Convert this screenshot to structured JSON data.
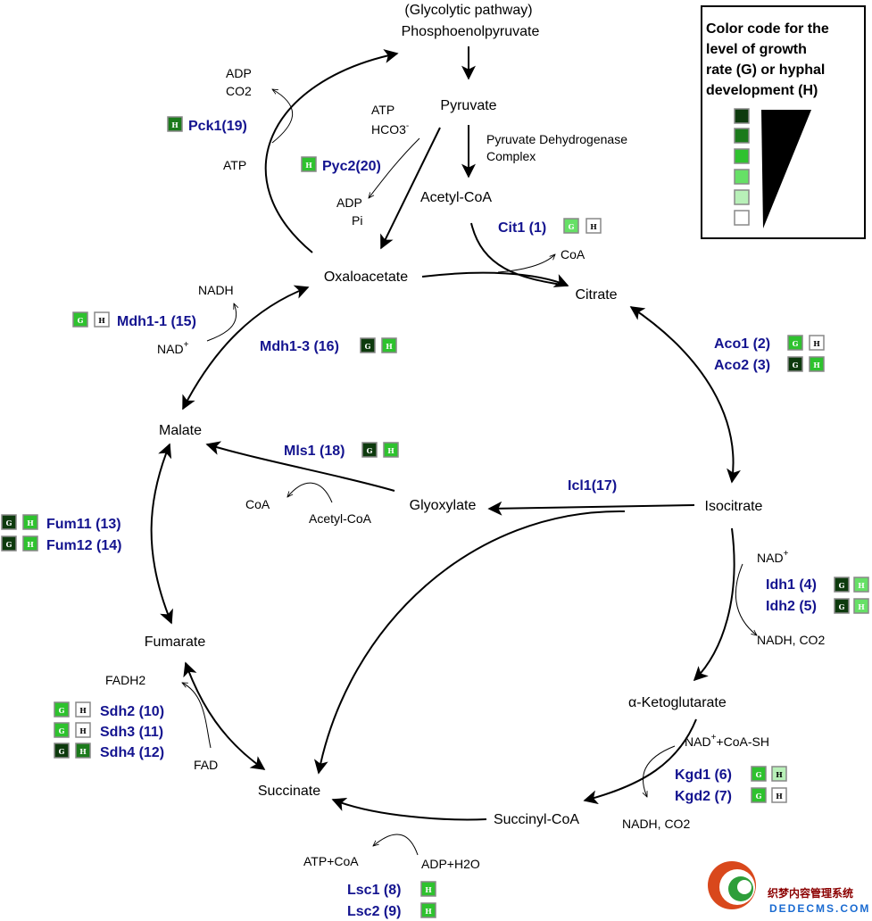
{
  "metabolites": {
    "glycolytic": "(Glycolytic pathway)",
    "pep": "Phosphoenolpyruvate",
    "pyruvate": "Pyruvate",
    "pdh_1": "Pyruvate Dehydrogenase",
    "pdh_2": "Complex",
    "acetylcoa": "Acetyl-CoA",
    "oxaloacetate": "Oxaloacetate",
    "citrate": "Citrate",
    "malate": "Malate",
    "isocitrate": "Isocitrate",
    "glyoxylate": "Glyoxylate",
    "fumarate": "Fumarate",
    "akg": "-Ketoglutarate",
    "succinate": "Succinate",
    "succinylcoa": "Succinyl-CoA"
  },
  "cofactors": {
    "adp_pck": "ADP",
    "co2_pck": "CO2",
    "atp_pck": "ATP",
    "atp_pyc": "ATP",
    "hco3_pyc": "HCO3",
    "adp_pyc": "ADP",
    "pi_pyc": "Pi",
    "coa_cit": "CoA",
    "nadh_mdh": "NADH",
    "nad_mdh": "NAD",
    "coa_mls": "CoA",
    "acetylcoa_mls": "Acetyl-CoA",
    "nad_idh": "NAD",
    "nadh_co2_idh": "NADH, CO2",
    "fadh2": "FADH2",
    "fad": "FAD",
    "nad_coa_kgd": "NAD",
    "nad_coa_kgd_rest": "+CoA-SH",
    "nadh_co2_kgd": "NADH, CO2",
    "atp_coa_lsc": "ATP+CoA",
    "adp_h2o_lsc": "ADP+H2O"
  },
  "enzymes": {
    "pck1": "Pck1(19)",
    "pyc2": "Pyc2(20)",
    "cit1": "Cit1 (1)",
    "mdh1_1": "Mdh1-1 (15)",
    "mdh1_3": "Mdh1-3 (16)",
    "aco1": "Aco1 (2)",
    "aco2": "Aco2 (3)",
    "mls1": "Mls1 (18)",
    "icl1": "Icl1(17)",
    "fum11": "Fum11 (13)",
    "fum12": "Fum12 (14)",
    "idh1": "Idh1 (4)",
    "idh2": "Idh2 (5)",
    "sdh2": "Sdh2 (10)",
    "sdh3": "Sdh3 (11)",
    "sdh4": "Sdh4 (12)",
    "kgd1": "Kgd1 (6)",
    "kgd2": "Kgd2 (7)",
    "lsc1": "Lsc1 (8)",
    "lsc2": "Lsc2 (9)"
  },
  "legend": {
    "title_lines": [
      "Color code for the",
      "level of growth",
      "rate (G) or hyphal",
      "development (H)"
    ],
    "scale_colors": [
      "#0d3a0d",
      "#1b7a1b",
      "#2ec22e",
      "#66e066",
      "#b8f0b8",
      "#ffffff"
    ]
  },
  "square_labels": {
    "g": "G",
    "h": "H"
  },
  "levels": {
    "pck1_h": "#1b7a1b",
    "pyc2_h": "#2ec22e",
    "cit1_g": "#66e066",
    "cit1_h": "#ffffff",
    "mdh1_1_g": "#2ec22e",
    "mdh1_1_h": "#ffffff",
    "mdh1_3_g": "#0d3a0d",
    "mdh1_3_h": "#2ec22e",
    "aco1_g": "#2ec22e",
    "aco1_h": "#ffffff",
    "aco2_g": "#0d3a0d",
    "aco2_h": "#2ec22e",
    "mls1_g": "#0d3a0d",
    "mls1_h": "#2ec22e",
    "fum11_g": "#0d3a0d",
    "fum11_h": "#2ec22e",
    "fum12_g": "#0d3a0d",
    "fum12_h": "#2ec22e",
    "idh1_g": "#0d3a0d",
    "idh1_h": "#66e066",
    "idh2_g": "#0d3a0d",
    "idh2_h": "#66e066",
    "sdh2_g": "#2ec22e",
    "sdh2_h": "#ffffff",
    "sdh3_g": "#2ec22e",
    "sdh3_h": "#ffffff",
    "sdh4_g": "#0d3a0d",
    "sdh4_h": "#1b7a1b",
    "kgd1_g": "#2ec22e",
    "kgd1_h": "#b8f0b8",
    "kgd2_g": "#2ec22e",
    "kgd2_h": "#ffffff",
    "lsc1_h": "#2ec22e",
    "lsc2_h": "#2ec22e"
  },
  "watermark": {
    "text1": "织梦内容管理系统",
    "text2": "DEDECMS.COM"
  }
}
